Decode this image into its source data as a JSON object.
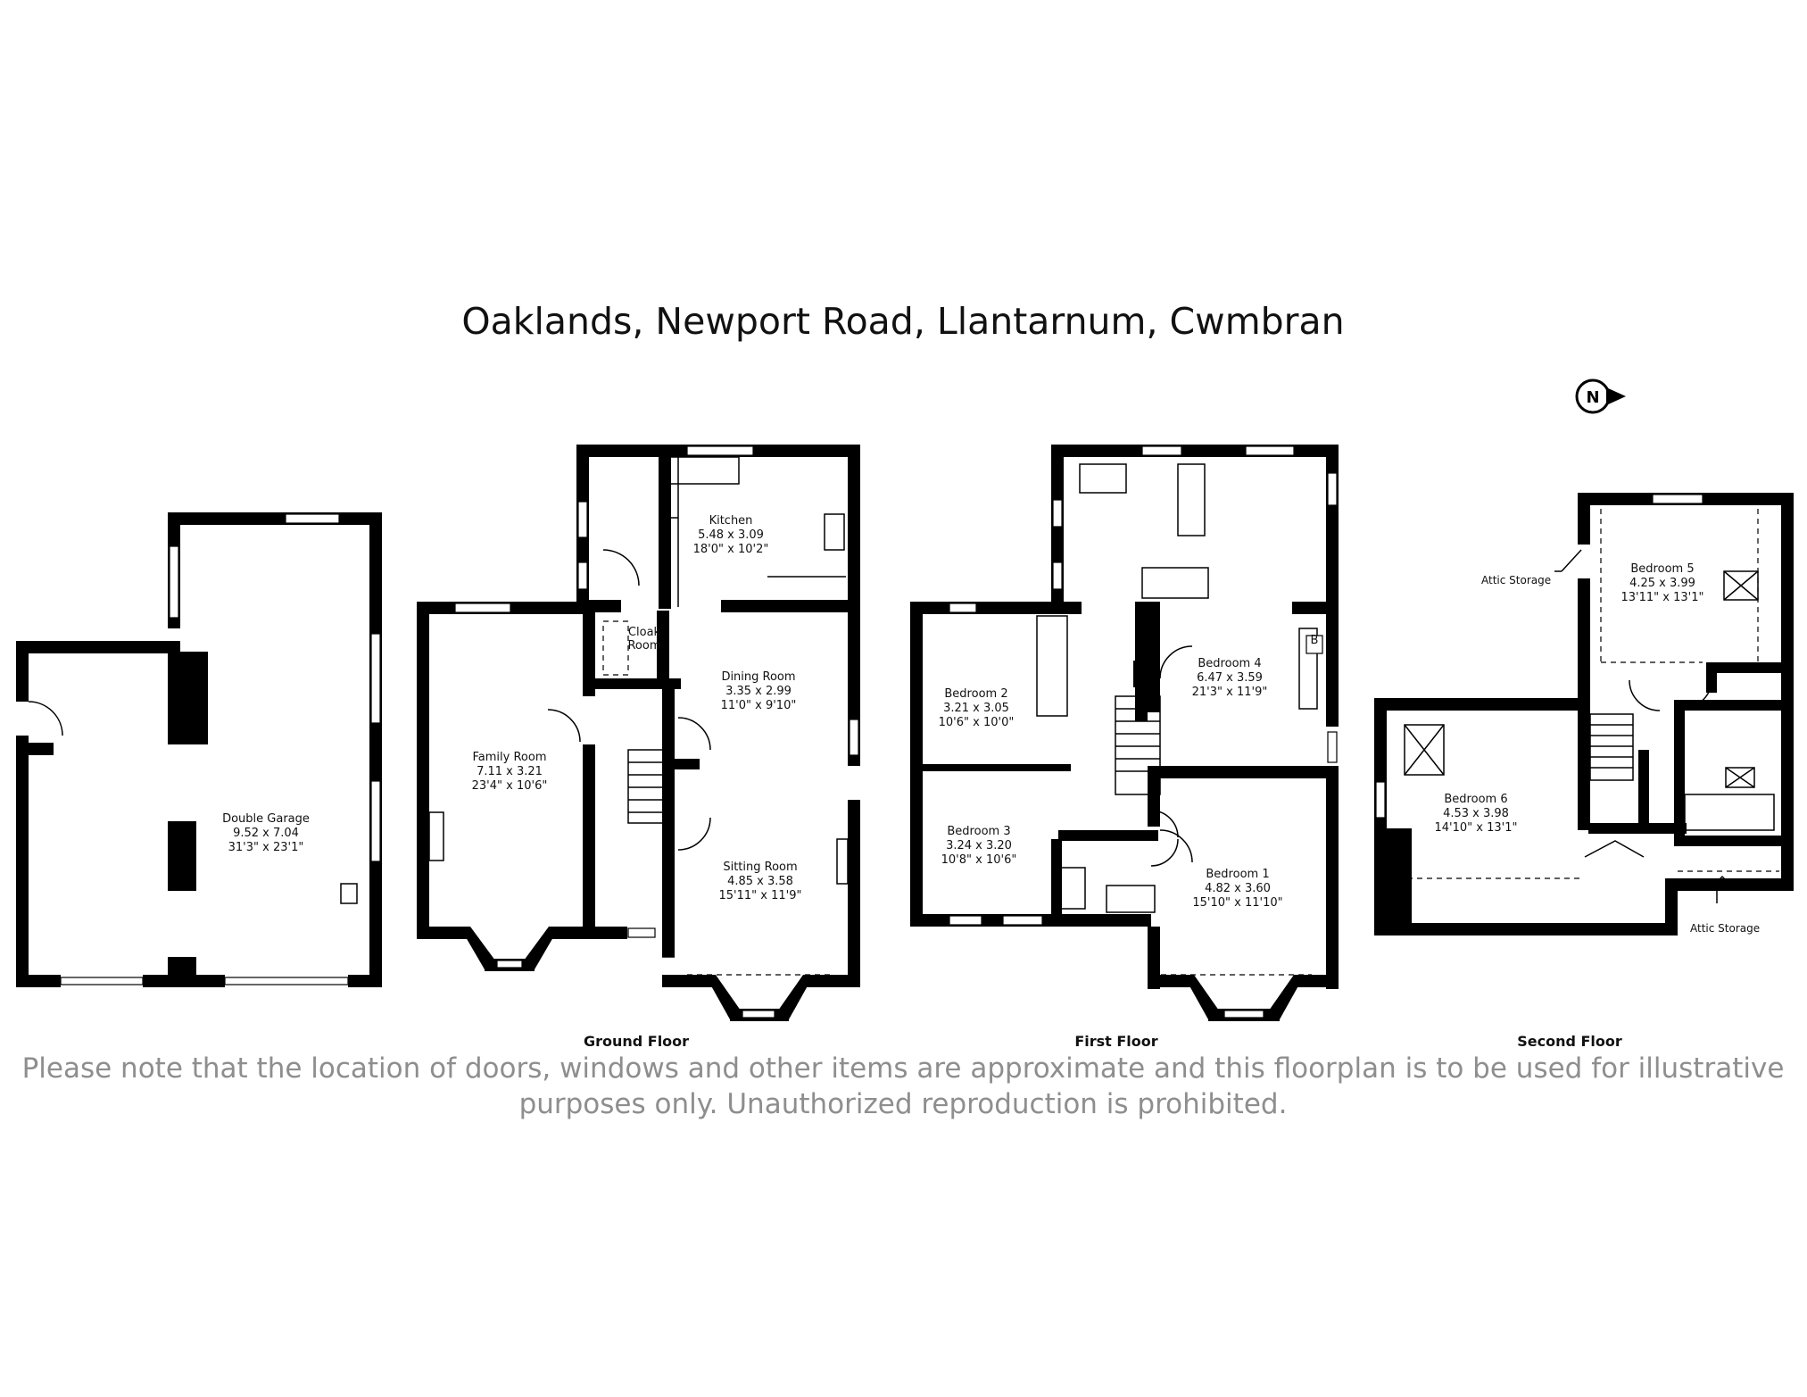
{
  "title": "Oaklands, Newport Road, Llantarnum, Cwmbran",
  "compass": {
    "label": "N",
    "icon": "north-arrow-icon"
  },
  "floors": [
    {
      "label": "Ground Floor"
    },
    {
      "label": "First Floor"
    },
    {
      "label": "Second Floor"
    }
  ],
  "rooms": {
    "garage": {
      "name": "Double Garage",
      "metric": "9.52 x 7.04",
      "imperial": "31'3\" x 23'1\""
    },
    "kitchen": {
      "name": "Kitchen",
      "metric": "5.48 x 3.09",
      "imperial": "18'0\" x 10'2\""
    },
    "cloak": {
      "name_line1": "Cloak",
      "name_line2": "Room"
    },
    "family": {
      "name": "Family Room",
      "metric": "7.11 x 3.21",
      "imperial": "23'4\" x 10'6\""
    },
    "dining": {
      "name": "Dining Room",
      "metric": "3.35 x 2.99",
      "imperial": "11'0\" x 9'10\""
    },
    "sitting": {
      "name": "Sitting Room",
      "metric": "4.85 x 3.58",
      "imperial": "15'11\" x 11'9\""
    },
    "bed2": {
      "name": "Bedroom 2",
      "metric": "3.21 x 3.05",
      "imperial": "10'6\" x 10'0\""
    },
    "bed4": {
      "name": "Bedroom 4",
      "metric": "6.47 x 3.59",
      "imperial": "21'3\" x 11'9\""
    },
    "bed3": {
      "name": "Bedroom 3",
      "metric": "3.24 x 3.20",
      "imperial": "10'8\" x 10'6\""
    },
    "bed1": {
      "name": "Bedroom 1",
      "metric": "4.82 x 3.60",
      "imperial": "15'10\" x 11'10\""
    },
    "bed5": {
      "name": "Bedroom 5",
      "metric": "4.25 x 3.99",
      "imperial": "13'11\" x 13'1\""
    },
    "bed6": {
      "name": "Bedroom 6",
      "metric": "4.53 x 3.98",
      "imperial": "14'10\" x 13'1\""
    }
  },
  "boiler_label": "B",
  "attic_storage_top": "Attic Storage",
  "attic_storage_bottom": "Attic Storage",
  "disclaimer": {
    "line1": "Please note that the location of doors, windows and other items are approximate and this floorplan is to be used for illustrative",
    "line2": "purposes only. Unauthorized reproduction is prohibited."
  }
}
